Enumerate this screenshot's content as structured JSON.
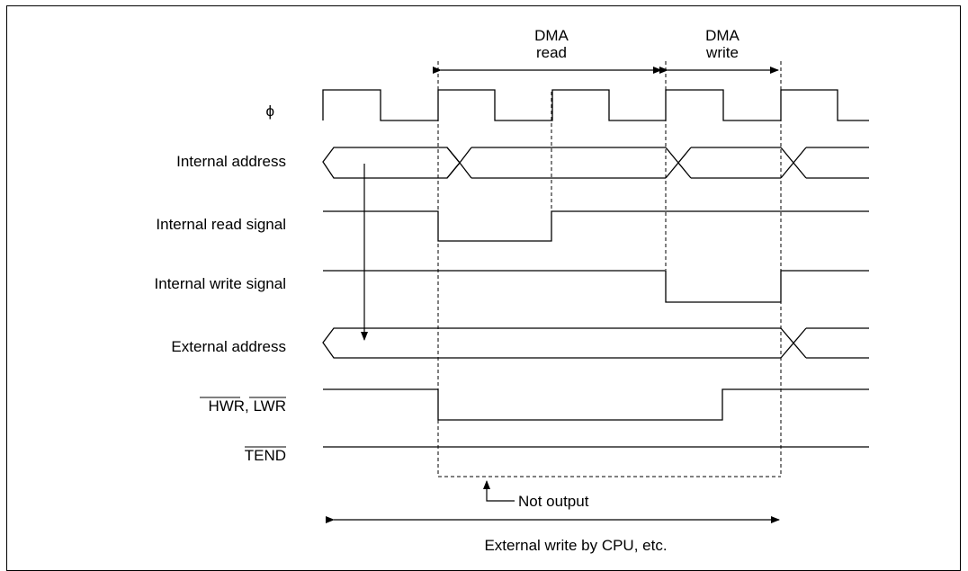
{
  "labels": {
    "dma_read_1": "DMA",
    "dma_read_2": "read",
    "dma_write_1": "DMA",
    "dma_write_2": "write",
    "phi": "ϕ",
    "internal_address": "Internal address",
    "internal_read": "Internal read signal",
    "internal_write": "Internal write signal",
    "external_address": "External address",
    "hwr_lwr": "HWR, LWR",
    "hwr": "HWR",
    "lwr": "LWR",
    "tend": "TEND",
    "not_output": "Not output",
    "external_write": "External write by CPU, etc."
  }
}
